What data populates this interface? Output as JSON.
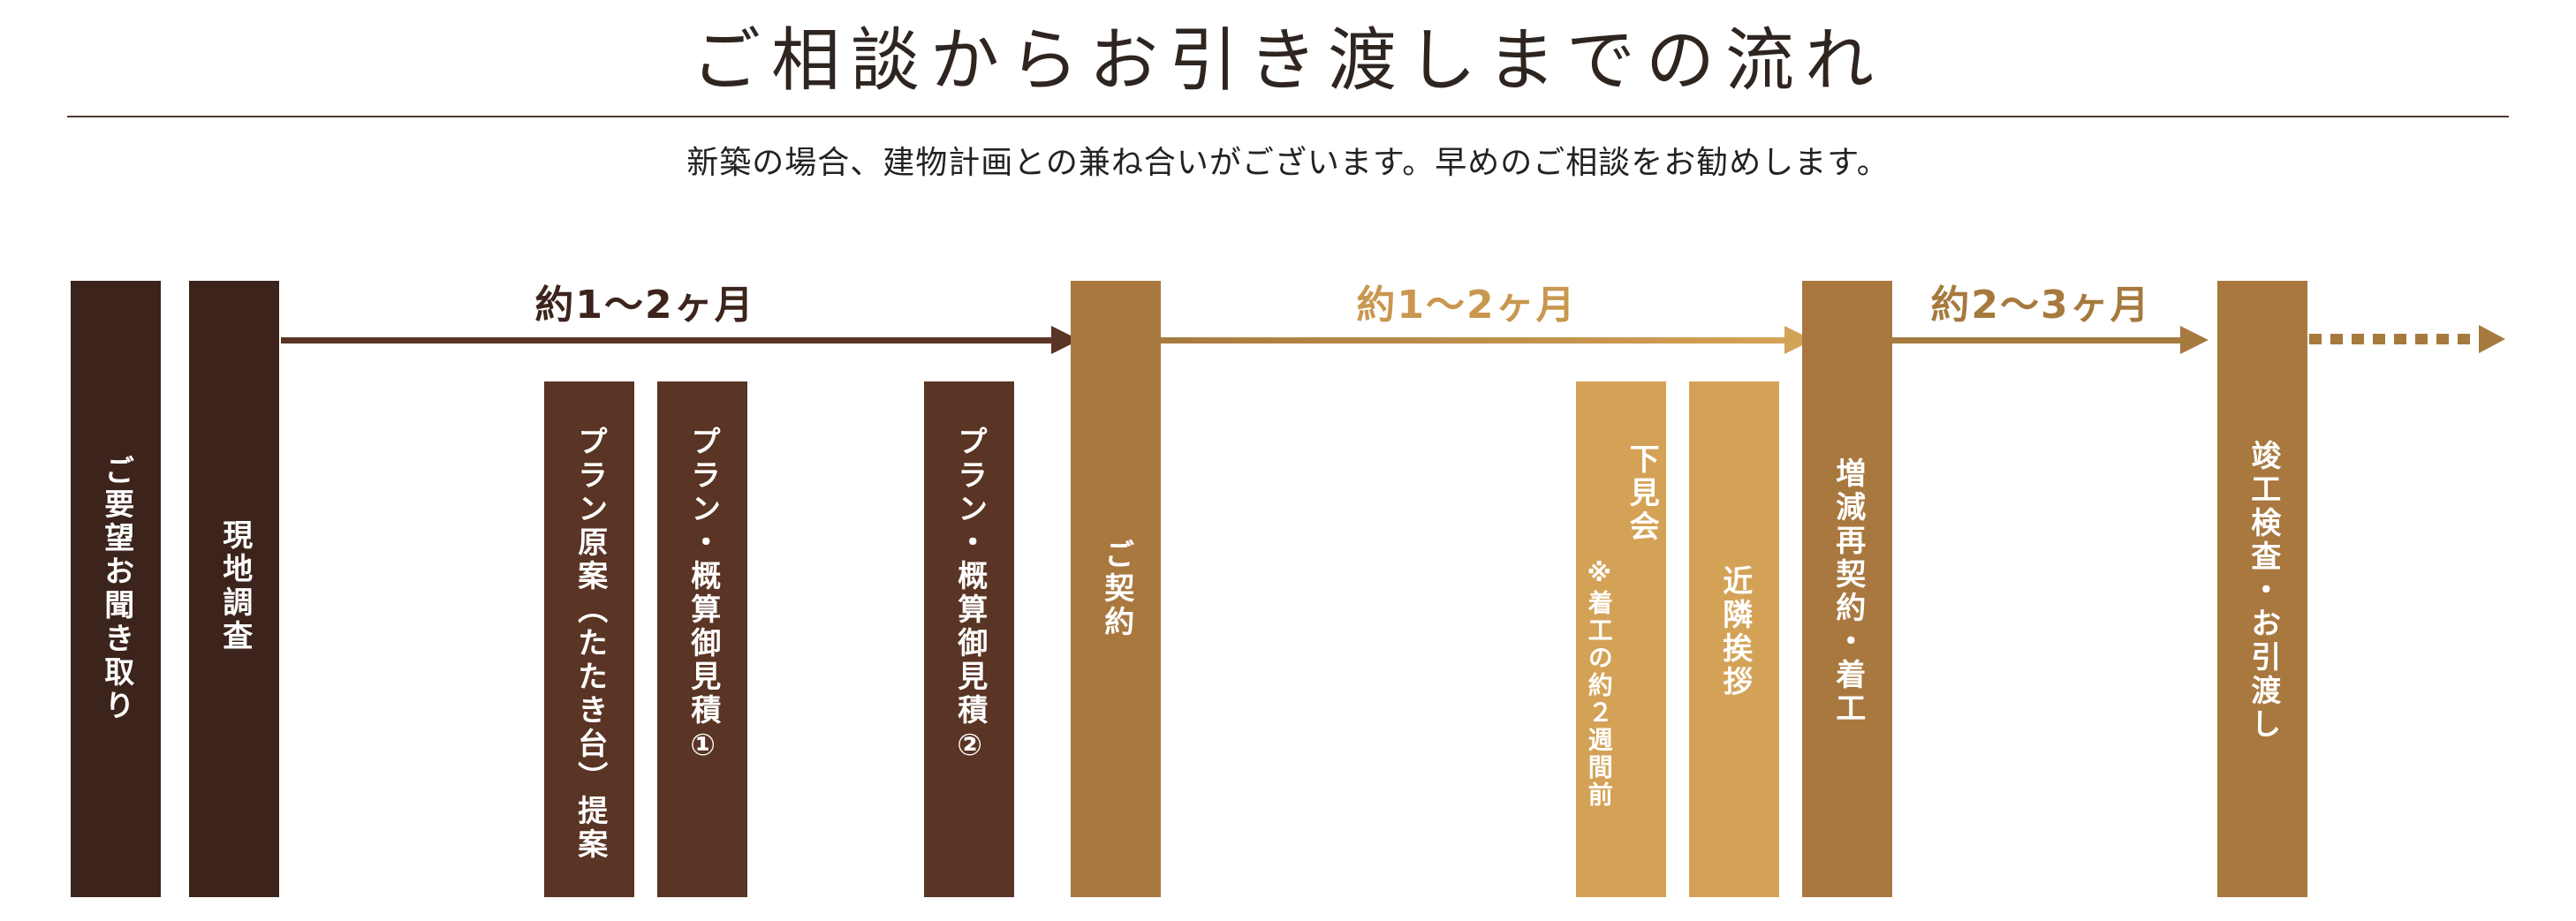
{
  "title": "ご相談からお引き渡しまでの流れ",
  "subtitle": "新築の場合、建物計画との兼ね合いがございます。早めのご相談をお勧めします。",
  "colors": {
    "dark": "#3c241c",
    "brown": "#5a3424",
    "gold": "#a9783f",
    "light": "#d4a257",
    "arrow1": "#5a3424",
    "arrow2": "#d0a054",
    "arrow3": "#a67a3e"
  },
  "periods": {
    "p1": "約1～2ヶ月",
    "p2": "約1～2ヶ月",
    "p3": "約2～3ヶ月"
  },
  "steps": {
    "s1": "ご要望お聞き取り",
    "s2": "現地調査",
    "s3": "プラン原案（たたき台）提案",
    "s4": "プラン・概算御見積①",
    "s5": "プラン・概算御見積②",
    "s6": "ご契約",
    "s7": "下見会",
    "s7_note": "※着工の約２週間前",
    "s8": "近隣挨拶",
    "s9": "増減再契約・着工",
    "s10": "竣工検査・お引渡し"
  }
}
